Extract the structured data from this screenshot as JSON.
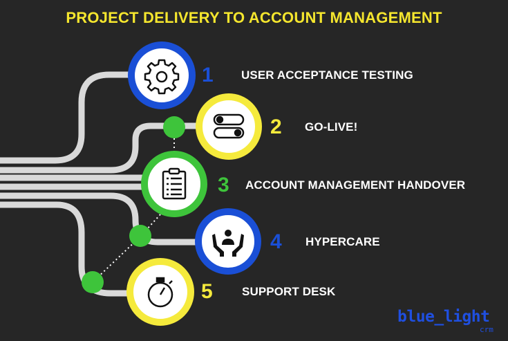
{
  "title": "PROJECT DELIVERY TO ACCOUNT MANAGEMENT",
  "colors": {
    "background": "#262626",
    "title": "#f5e62e",
    "track": "#d9d9d9",
    "blue": "#1a4fd6",
    "yellow": "#f5ea3c",
    "green": "#3ec43b",
    "label": "#ffffff"
  },
  "steps": [
    {
      "number": "1",
      "label": "USER ACCEPTANCE TESTING",
      "icon": "gear-icon",
      "color": "blue"
    },
    {
      "number": "2",
      "label": "GO-LIVE!",
      "icon": "toggle-switches-icon",
      "color": "yellow"
    },
    {
      "number": "3",
      "label": "ACCOUNT MANAGEMENT HANDOVER",
      "icon": "clipboard-checklist-icon",
      "color": "green"
    },
    {
      "number": "4",
      "label": "HYPERCARE",
      "icon": "hands-supporting-person-icon",
      "color": "blue"
    },
    {
      "number": "5",
      "label": "SUPPORT DESK",
      "icon": "stopwatch-icon",
      "color": "yellow"
    }
  ],
  "brand": {
    "name": "blue_light",
    "sub": "crm"
  }
}
